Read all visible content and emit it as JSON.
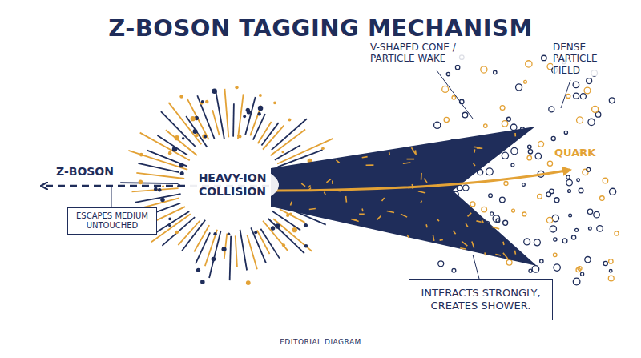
{
  "diagram": {
    "title": "Z-BOSON TAGGING MECHANISM",
    "caption": "EDITORIAL DIAGRAM",
    "nodes": [
      {
        "text": [
          "HEAVY-ION COLLISION"
        ]
      },
      {
        "text": [
          "ESCAPES MEDIUM UNTOUCHED"
        ]
      },
      {
        "text": [
          "INTERACTS STRONGLY, CREATES SHOWER."
        ]
      }
    ],
    "labels": [
      "Z-BOSON",
      "V-SHAPED CONE / PARTICLE WAKE",
      "DENSE PARTICLE FIELD",
      "QUARK"
    ]
  }
}
